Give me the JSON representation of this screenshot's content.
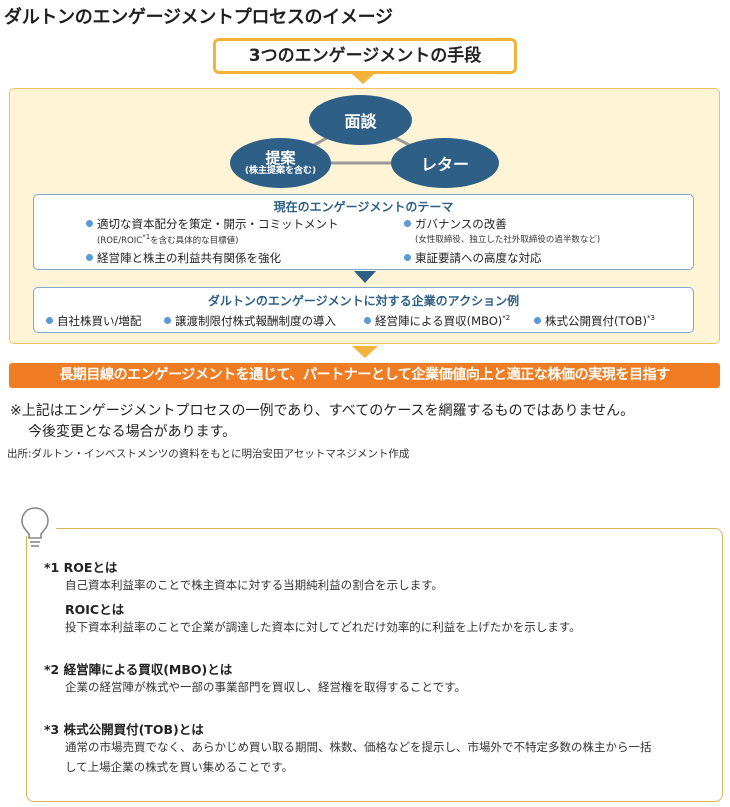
{
  "title": "ダルトンのエンゲージメントプロセスのイメージ",
  "means_header": "3つのエンゲージメントの手段",
  "means": {
    "top": "面談",
    "left": "提案",
    "left_sub": "(株主提案を含む)",
    "right": "レター"
  },
  "theme": {
    "header": "現在のエンゲージメントのテーマ",
    "items": [
      {
        "label": "適切な資本配分を策定・開示・コミットメント",
        "note": "(ROE/ROIC*1を含む具体的な目標値)"
      },
      {
        "label": "ガバナンスの改善",
        "note": "(女性取締役、独立した社外取締役の過半数など)"
      },
      {
        "label": "経営陣と株主の利益共有関係を強化",
        "note": ""
      },
      {
        "label": "東証要請への高度な対応",
        "note": ""
      }
    ]
  },
  "action": {
    "header": "ダルトンのエンゲージメントに対する企業のアクション例",
    "items": [
      {
        "label": "自社株買い/増配",
        "sup": ""
      },
      {
        "label": "譲渡制限付株式報酬制度の導入",
        "sup": ""
      },
      {
        "label": "経営陣による買収(MBO)",
        "sup": "*2"
      },
      {
        "label": "株式公開買付(TOB)",
        "sup": "*3"
      }
    ]
  },
  "banner": "長期目線のエンゲージメントを通じて、パートナーとして企業価値向上と適正な株価の実現を目指す",
  "disclaimer_line1": "※上記はエンゲージメントプロセスの一例であり、すべてのケースを網羅するものではありません。",
  "disclaimer_line2": "今後変更となる場合があります。",
  "source": "出所:ダルトン・インベストメンツの資料をもとに明治安田アセットマネジメント作成",
  "footnotes": [
    {
      "mark": "*1",
      "title": "ROEとは",
      "body": [
        "自己資本利益率のことで株主資本に対する当期純利益の割合を示します。"
      ],
      "title2": "ROICとは",
      "body2": [
        "投下資本利益率のことで企業が調達した資本に対してどれだけ効率的に利益を上げたかを示します。"
      ]
    },
    {
      "mark": "*2",
      "title": "経営陣による買収(MBO)とは",
      "body": [
        "企業の経営陣が株式や一部の事業部門を買収し、経営権を取得することです。"
      ]
    },
    {
      "mark": "*3",
      "title": "株式公開買付(TOB)とは",
      "body": [
        "通常の市場売買でなく、あらかじめ買い取る期間、株数、価格などを提示し、市場外で不特定多数の株主から一括",
        "して上場企業の株式を買い集めることです。"
      ]
    }
  ],
  "colors": {
    "orange": "#f07d24",
    "gold": "#f2b33a",
    "navy": "#2e5f86",
    "dot": "#5a9bd5"
  },
  "icons": {
    "footnote": "lightbulb-icon"
  }
}
